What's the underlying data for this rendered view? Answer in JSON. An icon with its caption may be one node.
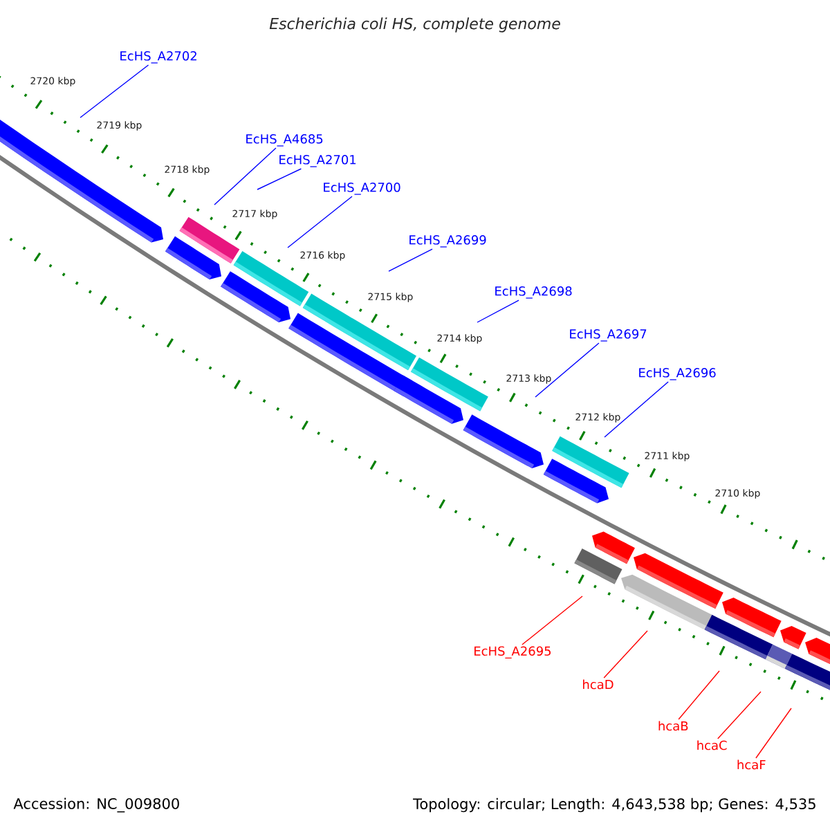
{
  "diagram": {
    "title": "Escherichia coli HS, complete genome",
    "nodes": [
      {
        "text": [
          "EcHS_A2702"
        ]
      },
      {
        "text": [
          "EcHS_A4685"
        ]
      },
      {
        "text": [
          "EcHS_A2701"
        ]
      },
      {
        "text": [
          "EcHS_A2700"
        ]
      },
      {
        "text": [
          "EcHS_A2699"
        ]
      },
      {
        "text": [
          "EcHS_A2698"
        ]
      },
      {
        "text": [
          "EcHS_A2697"
        ]
      },
      {
        "text": [
          "EcHS_A2696"
        ]
      },
      {
        "text": [
          "EcHS_A2695"
        ]
      },
      {
        "text": [
          "hcaD"
        ]
      },
      {
        "text": [
          "hcaB"
        ]
      },
      {
        "text": [
          "hcaC"
        ]
      },
      {
        "text": [
          "hcaF"
        ]
      }
    ],
    "edges": [
      {
        "from": 0,
        "to": null,
        "arrow": "none"
      },
      {
        "from": 1,
        "to": null,
        "arrow": "none"
      },
      {
        "from": 2,
        "to": null,
        "arrow": "none"
      },
      {
        "from": 3,
        "to": null,
        "arrow": "none"
      },
      {
        "from": 4,
        "to": null,
        "arrow": "none"
      },
      {
        "from": 5,
        "to": null,
        "arrow": "none"
      },
      {
        "from": 6,
        "to": null,
        "arrow": "none"
      },
      {
        "from": 7,
        "to": null,
        "arrow": "none"
      },
      {
        "from": 8,
        "to": null,
        "arrow": "none",
        "color": "#ff0000"
      },
      {
        "from": 9,
        "to": null,
        "arrow": "none",
        "color": "#ff0000"
      },
      {
        "from": 10,
        "to": null,
        "arrow": "none",
        "color": "#ff0000"
      },
      {
        "from": 11,
        "to": null,
        "arrow": "none",
        "color": "#ff0000"
      },
      {
        "from": 12,
        "to": null,
        "arrow": "none",
        "color": "#ff0000"
      }
    ],
    "labels": [
      "2720 kbp",
      "2719 kbp",
      "2718 kbp",
      "2717 kbp",
      "2716 kbp",
      "2715 kbp",
      "2714 kbp",
      "2713 kbp",
      "2712 kbp",
      "2711 kbp",
      "2710 kbp",
      "Accession: NC_009800",
      "Topology: circular; Length: 4,643,538 bp; Genes: 4,535"
    ]
  }
}
